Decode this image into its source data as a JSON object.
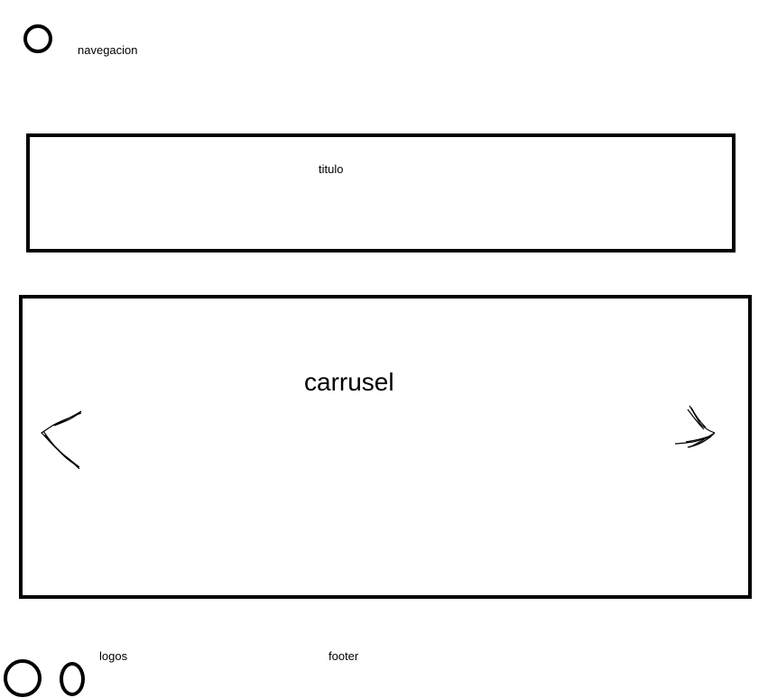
{
  "navigation": {
    "label": "navegacion",
    "icon": "circle-icon"
  },
  "header": {
    "title_label": "titulo"
  },
  "carousel": {
    "label": "carrusel",
    "prev_icon": "arrow-left-icon",
    "next_icon": "arrow-right-icon"
  },
  "logos": {
    "label": "logos",
    "icons": [
      "circle-icon",
      "oval-icon"
    ]
  },
  "footer": {
    "label": "footer"
  }
}
